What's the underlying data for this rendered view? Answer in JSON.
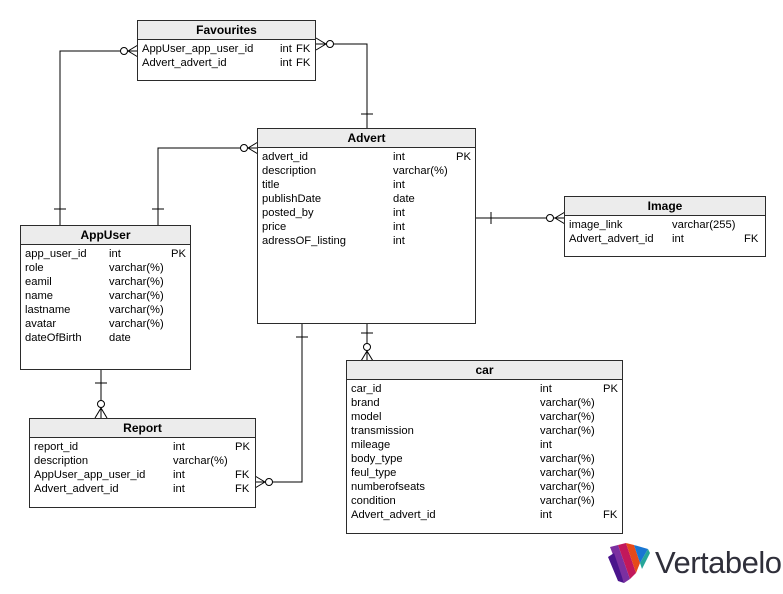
{
  "tables": {
    "favourites": {
      "name": "Favourites",
      "rows": [
        {
          "name": "AppUser_app_user_id",
          "type": "int",
          "key": "FK"
        },
        {
          "name": "Advert_advert_id",
          "type": "int",
          "key": "FK"
        }
      ]
    },
    "advert": {
      "name": "Advert",
      "rows": [
        {
          "name": "advert_id",
          "type": "int",
          "key": "PK"
        },
        {
          "name": "description",
          "type": "varchar(%)",
          "key": ""
        },
        {
          "name": "title",
          "type": "int",
          "key": ""
        },
        {
          "name": "publishDate",
          "type": "date",
          "key": ""
        },
        {
          "name": "posted_by",
          "type": "int",
          "key": ""
        },
        {
          "name": "price",
          "type": "int",
          "key": ""
        },
        {
          "name": "adressOF_listing",
          "type": "int",
          "key": ""
        }
      ]
    },
    "image": {
      "name": "Image",
      "rows": [
        {
          "name": "image_link",
          "type": "varchar(255)",
          "key": ""
        },
        {
          "name": "Advert_advert_id",
          "type": "int",
          "key": "FK"
        }
      ]
    },
    "appuser": {
      "name": "AppUser",
      "rows": [
        {
          "name": "app_user_id",
          "type": "int",
          "key": "PK"
        },
        {
          "name": "role",
          "type": "varchar(%)",
          "key": ""
        },
        {
          "name": "eamil",
          "type": "varchar(%)",
          "key": ""
        },
        {
          "name": "name",
          "type": "varchar(%)",
          "key": ""
        },
        {
          "name": "lastname",
          "type": "varchar(%)",
          "key": ""
        },
        {
          "name": "avatar",
          "type": "varchar(%)",
          "key": ""
        },
        {
          "name": "dateOfBirth",
          "type": "date",
          "key": ""
        }
      ]
    },
    "report": {
      "name": "Report",
      "rows": [
        {
          "name": "report_id",
          "type": "int",
          "key": "PK"
        },
        {
          "name": "description",
          "type": "varchar(%)",
          "key": ""
        },
        {
          "name": "AppUser_app_user_id",
          "type": "int",
          "key": "FK"
        },
        {
          "name": "Advert_advert_id",
          "type": "int",
          "key": "FK"
        }
      ]
    },
    "car": {
      "name": "car",
      "rows": [
        {
          "name": "car_id",
          "type": "int",
          "key": "PK"
        },
        {
          "name": "brand",
          "type": "varchar(%)",
          "key": ""
        },
        {
          "name": "model",
          "type": "varchar(%)",
          "key": ""
        },
        {
          "name": "transmission",
          "type": "varchar(%)",
          "key": ""
        },
        {
          "name": "mileage",
          "type": "int",
          "key": ""
        },
        {
          "name": "body_type",
          "type": "varchar(%)",
          "key": ""
        },
        {
          "name": "feul_type",
          "type": "varchar(%)",
          "key": ""
        },
        {
          "name": "numberofseats",
          "type": "varchar(%)",
          "key": ""
        },
        {
          "name": "condition",
          "type": "varchar(%)",
          "key": ""
        },
        {
          "name": "Advert_advert_id",
          "type": "int",
          "key": "FK"
        }
      ]
    }
  },
  "logo": {
    "text": "Vertabelo"
  },
  "colors": {
    "border": "#2b2b2b",
    "header_bg": "#ececec",
    "line": "#000000",
    "logo_text": "#2f2f3a"
  }
}
